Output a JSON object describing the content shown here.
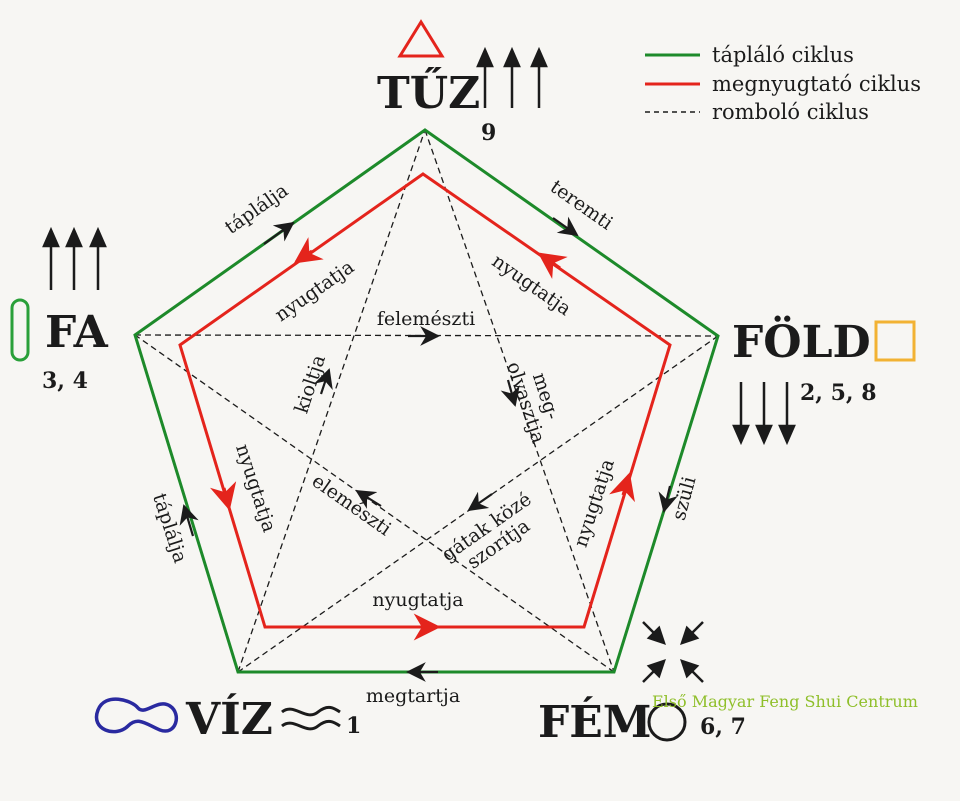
{
  "legend": {
    "green": "tápláló ciklus",
    "red": "megnyugtató ciklus",
    "dashed": "romboló ciklus"
  },
  "colors": {
    "green": "#1d8a2a",
    "red": "#e4241c",
    "black": "#1b1b1b",
    "fa_symbol": "#2aa03a",
    "fire_symbol": "#e4241c",
    "earth_symbol": "#f2b233",
    "water_symbol": "#2a2aa0"
  },
  "elements": {
    "fire": {
      "name": "TŰZ",
      "numbers": "9"
    },
    "wood": {
      "name": "FA",
      "numbers": "3, 4"
    },
    "earth": {
      "name": "FÖLD",
      "numbers": "2, 5, 8"
    },
    "water": {
      "name": "VÍZ",
      "numbers": "1"
    },
    "metal": {
      "name": "FÉM",
      "numbers": "6, 7"
    }
  },
  "relations": {
    "wood_fire_nourish": "táplálja",
    "fire_earth_create": "teremti",
    "earth_metal_birth": "szüli",
    "metal_water_hold": "megtartja",
    "water_wood_nourish": "táplálja",
    "fire_wood_calm": "nyugtatja",
    "earth_fire_calm": "nyugtatja",
    "metal_earth_calm": "nyugtatja",
    "water_metal_calm": "nyugtatja",
    "wood_water_calm": "nyugtatja",
    "wood_earth_consume": "felemészti",
    "fire_metal_melt": "meg-\nolvasztja",
    "metal_wood_cut": "kioltja",
    "earth_water_dam": "gátak közé\nszorítja",
    "water_fire_consume": "elemészti"
  },
  "watermark": "Első Magyar Feng Shui Centrum"
}
